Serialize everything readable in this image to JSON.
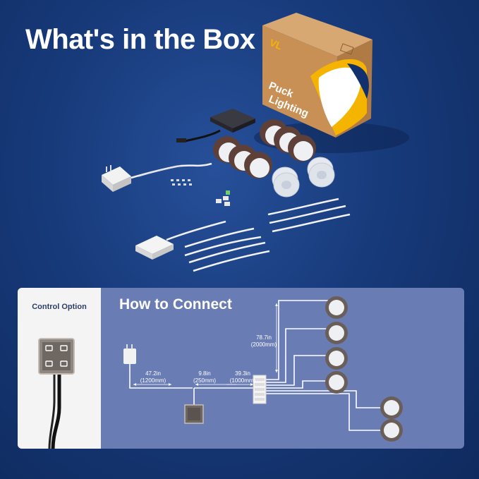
{
  "headline": "What's in the Box",
  "box": {
    "brand_logo": "VL",
    "product_name_line1": "Puck",
    "product_name_line2": "Lighting"
  },
  "connection": {
    "control_option_label": "Control Option",
    "how_to_connect_title": "How to Connect",
    "cable_adapter": {
      "inches": "47.2in",
      "mm": "(1200mm)"
    },
    "cable_switch": {
      "inches": "9.8in",
      "mm": "(250mm)"
    },
    "cable_hub": {
      "inches": "39.3in",
      "mm": "(1000mm)"
    },
    "cable_lights": {
      "inches": "78.7in",
      "mm": "(2000mm)"
    }
  },
  "colors": {
    "background": "#173a7a",
    "panel": "#6a7cb4",
    "box_kraft": "#c9935a",
    "box_yellow": "#f5b400",
    "puck_rim": "#6b4a40",
    "puck_lens": "#eef0f4"
  }
}
